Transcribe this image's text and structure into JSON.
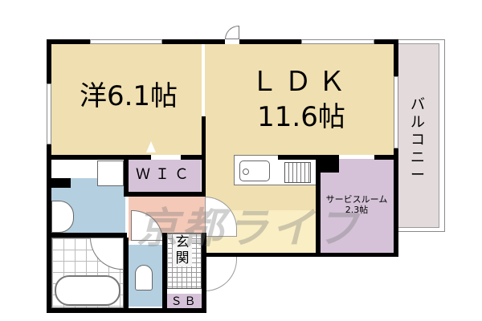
{
  "floorplan": {
    "rooms": {
      "western_room": {
        "label": "洋6.1帖",
        "type": "洋室",
        "size_jo": "6.1"
      },
      "ldk": {
        "label_line1": "ＬＤＫ",
        "label_line2": "11.6帖",
        "size_jo": "11.6"
      },
      "balcony": {
        "label": "バルコニー"
      },
      "wic": {
        "label": "ＷＩＣ"
      },
      "service_room": {
        "label_line1": "サービスルーム",
        "label_line2": "2.3帖",
        "size_jo": "2.3"
      },
      "entrance": {
        "label": "玄関"
      },
      "shoe_box": {
        "label": "ＳＢ"
      },
      "washroom": {
        "label": ""
      },
      "bathroom": {
        "label": ""
      },
      "toilet": {
        "label": ""
      }
    },
    "watermark": "京都ライフ",
    "colors": {
      "western_room": "#f0dfb0",
      "ldk": "#f0dfb0",
      "balcony": "#e3dadc",
      "wic": "#d5c2d8",
      "service_room": "#d5c2d8",
      "washroom": "#b4cfe0",
      "toilet": "#b4cfe0",
      "hallway": "#f5c9b8",
      "walls": "#000000"
    }
  }
}
